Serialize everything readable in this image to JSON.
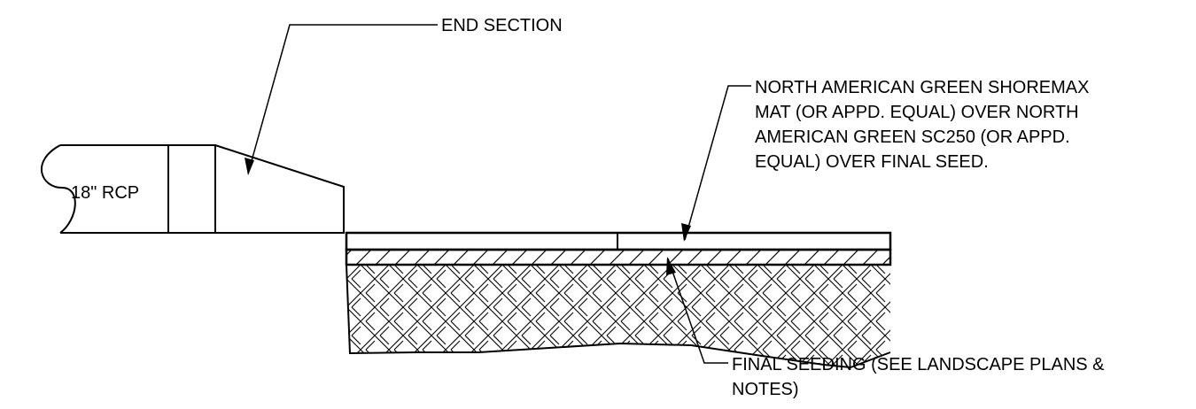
{
  "pipe": {
    "label": "18\" RCP"
  },
  "callouts": {
    "end_section": {
      "lines": [
        "END SECTION"
      ]
    },
    "mat": {
      "lines": [
        "NORTH AMERICAN GREEN SHOREMAX",
        "MAT (OR APPD. EQUAL) OVER NORTH",
        "AMERICAN GREEN SC250 (OR APPD.",
        "EQUAL) OVER FINAL SEED."
      ]
    },
    "seeding": {
      "lines": [
        "FINAL SEEDING (SEE LANDSCAPE PLANS &",
        "NOTES)"
      ]
    }
  },
  "colors": {
    "ink": "#000000",
    "paper": "#ffffff"
  }
}
